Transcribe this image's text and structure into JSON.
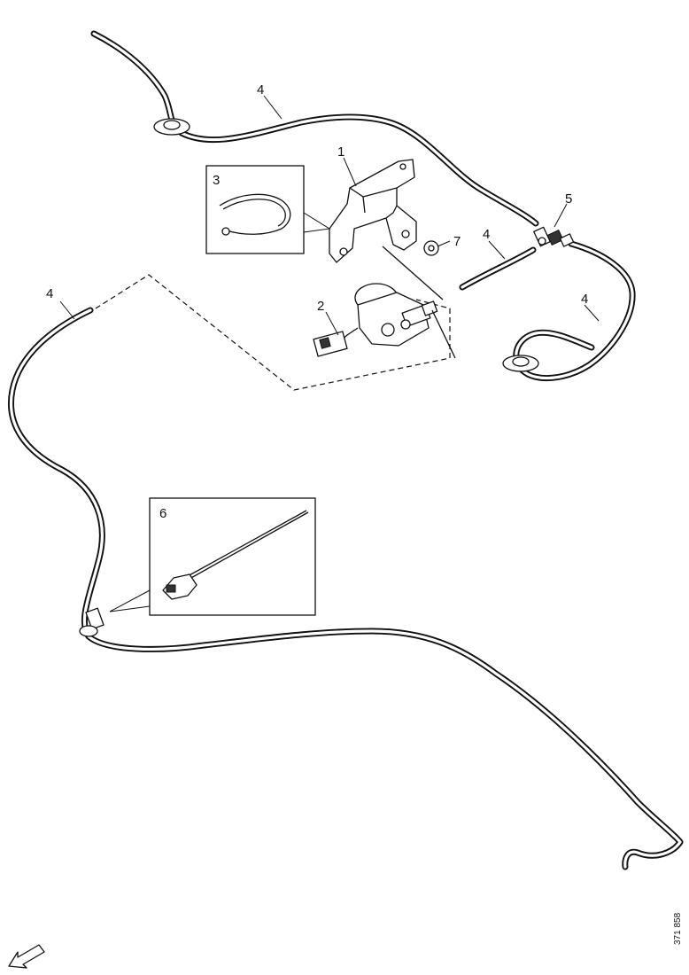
{
  "callouts": {
    "c1": "1",
    "c2": "2",
    "c3": "3",
    "c4a": "4",
    "c4b": "4",
    "c4c": "4",
    "c4d": "4",
    "c5": "5",
    "c6": "6",
    "c7": "7"
  },
  "reference_number": "371 858",
  "icons": {
    "direction_arrow": "arrow-down-left-icon"
  }
}
